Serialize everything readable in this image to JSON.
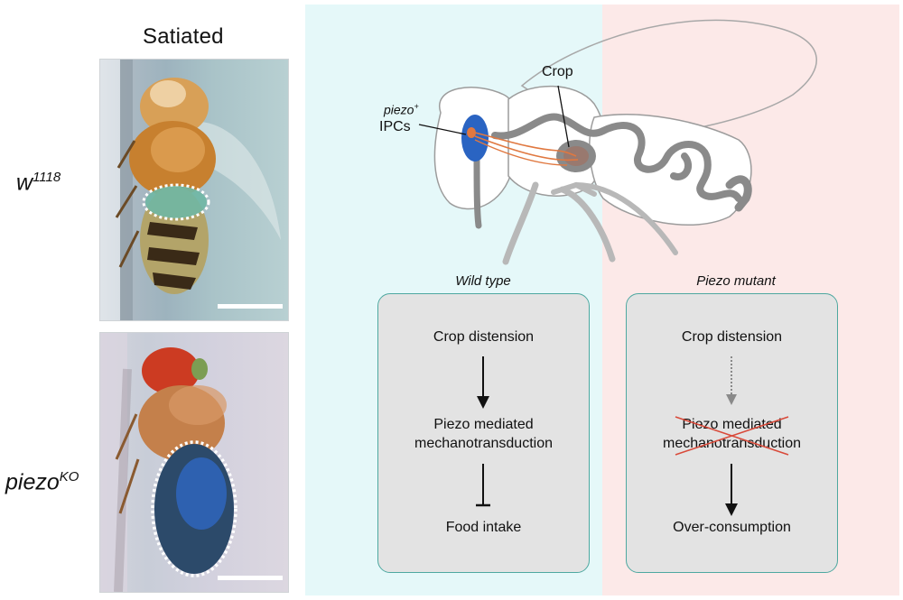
{
  "left_panel": {
    "title": "Satiated",
    "genotypes": [
      {
        "base": "w",
        "sup": "1118"
      },
      {
        "base": "piezo",
        "sup": "KO"
      }
    ]
  },
  "fly_diagram": {
    "crop_label": "Crop",
    "piezo_label": "piezo",
    "piezo_sup": "+",
    "ipcs_label": "IPCs"
  },
  "flow": {
    "wild_type": {
      "label": "Wild type",
      "steps": [
        "Crop distension",
        "Piezo mediated",
        "mechanotransduction",
        "Food intake"
      ]
    },
    "mutant": {
      "label": "Piezo mutant",
      "steps": [
        "Crop distension",
        "Piezo mediated",
        "mechanotransduction",
        "Over-consumption"
      ]
    }
  },
  "colors": {
    "wt_background": "#e5f8f9",
    "mutant_background": "#fce9e8",
    "box_border": "#4ea8a0",
    "box_fill": "#e3e3e3",
    "brain_ipc": "#2a64c2",
    "neuron": "#e07840",
    "strike": "#d94a3a"
  }
}
